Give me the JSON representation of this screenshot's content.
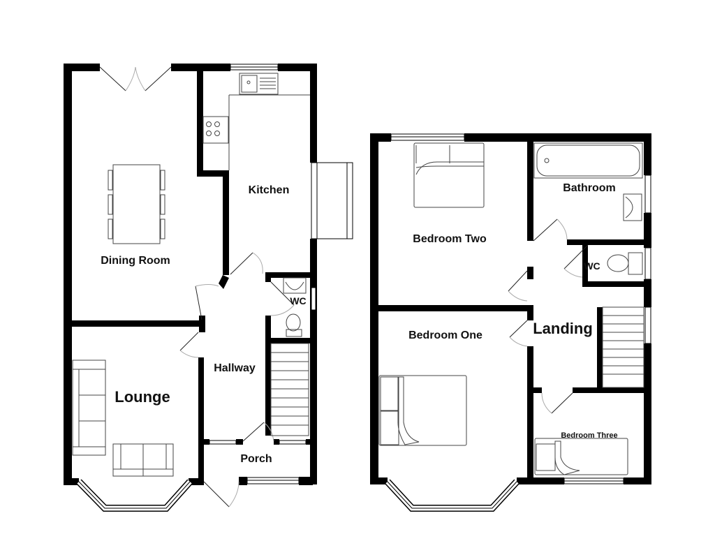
{
  "floorplan": {
    "ground_floor": {
      "rooms": [
        {
          "id": "dining",
          "label": "Dining Room"
        },
        {
          "id": "kitchen",
          "label": "Kitchen"
        },
        {
          "id": "lounge",
          "label": "Lounge"
        },
        {
          "id": "hallway",
          "label": "Hallway"
        },
        {
          "id": "porch",
          "label": "Porch"
        },
        {
          "id": "wc",
          "label": "WC"
        }
      ]
    },
    "first_floor": {
      "rooms": [
        {
          "id": "bed2",
          "label": "Bedroom Two"
        },
        {
          "id": "bathroom",
          "label": "Bathroom"
        },
        {
          "id": "wc",
          "label": "WC"
        },
        {
          "id": "landing",
          "label": "Landing"
        },
        {
          "id": "bed1",
          "label": "Bedroom One"
        },
        {
          "id": "bed3",
          "label": "Bedroom Three"
        }
      ]
    },
    "colors": {
      "wall": "#000000",
      "fixture": "#555555",
      "background": "#ffffff"
    }
  }
}
